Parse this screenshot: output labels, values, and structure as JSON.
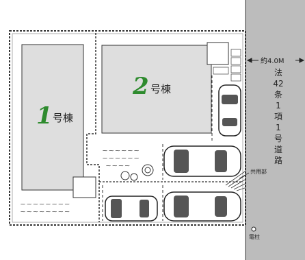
{
  "buildings": [
    {
      "number": "1",
      "suffix": "号棟"
    },
    {
      "number": "2",
      "suffix": "号棟"
    }
  ],
  "road": {
    "width_label": "約4.0M",
    "designation_chars": [
      "法",
      "42",
      "条",
      "1",
      "項",
      "1",
      "号",
      "道",
      "路"
    ]
  },
  "common_area_label": "共用部",
  "utility_pole_label": "電柱",
  "colors": {
    "building_fill": "#dedede",
    "road_fill": "#bcbcbc",
    "accent_green": "#2e8b2e",
    "outline": "#333333"
  },
  "icons": [
    "car-icon",
    "utility-pole-icon",
    "plant-icon"
  ]
}
